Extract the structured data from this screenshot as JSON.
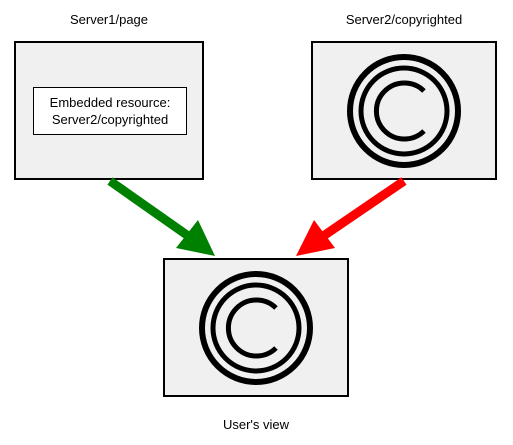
{
  "labels": {
    "server1": "Server1/page",
    "server2": "Server2/copyrighted",
    "user_view": "User's view"
  },
  "embedded": {
    "line1": "Embedded resource:",
    "line2": "Server2/copyrighted"
  },
  "icons": {
    "server2_content": "copyright-symbol",
    "user_view_content": "copyright-symbol"
  },
  "colors": {
    "box_fill": "#f0f0f0",
    "allowed_arrow": "#008000",
    "blocked_arrow": "#ff0000"
  }
}
